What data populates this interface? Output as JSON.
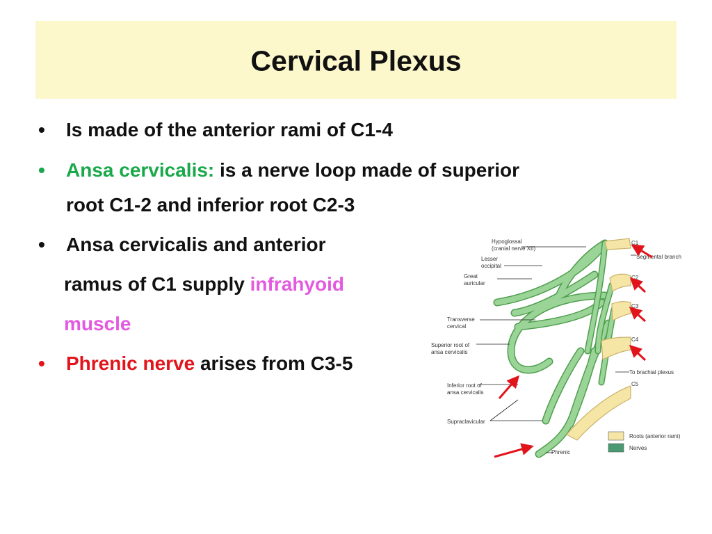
{
  "title": "Cervical Plexus",
  "bullets": [
    {
      "text": "Is made of the anterior rami of C1-4"
    },
    {
      "highlight": "Ansa cervicalis:",
      "rest_line1": " is a nerve loop made of superior",
      "rest_line2": "root C1-2 and inferior root C2-3"
    },
    {
      "line1": "Ansa cervicalis and anterior",
      "line2_plain": "ramus of C1 supply ",
      "line2_pink": "infrahyoid",
      "line3_pink": "muscle"
    },
    {
      "highlight": "Phrenic nerve",
      "rest": " arises from C3-5"
    }
  ],
  "diagram": {
    "labels": {
      "hypoglossal": "Hypoglossal",
      "hypoglossal_sub": "(cranial nerve XII)",
      "lesser1": "Lesser",
      "lesser2": "occipital",
      "great1": "Great",
      "great2": "auricular",
      "transverse1": "Transverse",
      "transverse2": "cervical",
      "sup_root1": "Superior root of",
      "sup_root2": "ansa cervicalis",
      "inf_root1": "Inferior root of",
      "inf_root2": "ansa cervicalis",
      "supraclavicular": "Supraclavicular",
      "phrenic": "Phrenic",
      "c1": "C1",
      "segmental": "Segmental branch",
      "c2": "C2",
      "c3": "C3",
      "c4": "C4",
      "brachial": "To brachial plexus",
      "c5": "C5",
      "legend_roots": "Roots (anterior rami)",
      "legend_nerves": "Nerves"
    },
    "colors": {
      "nerve": "#8fd08a",
      "nerve_edge": "#4f9e4f",
      "root": "#f6e6a6",
      "root_edge": "#c9b26a",
      "arrow": "#e2141b",
      "legend_nerve": "#4a9a73"
    }
  }
}
